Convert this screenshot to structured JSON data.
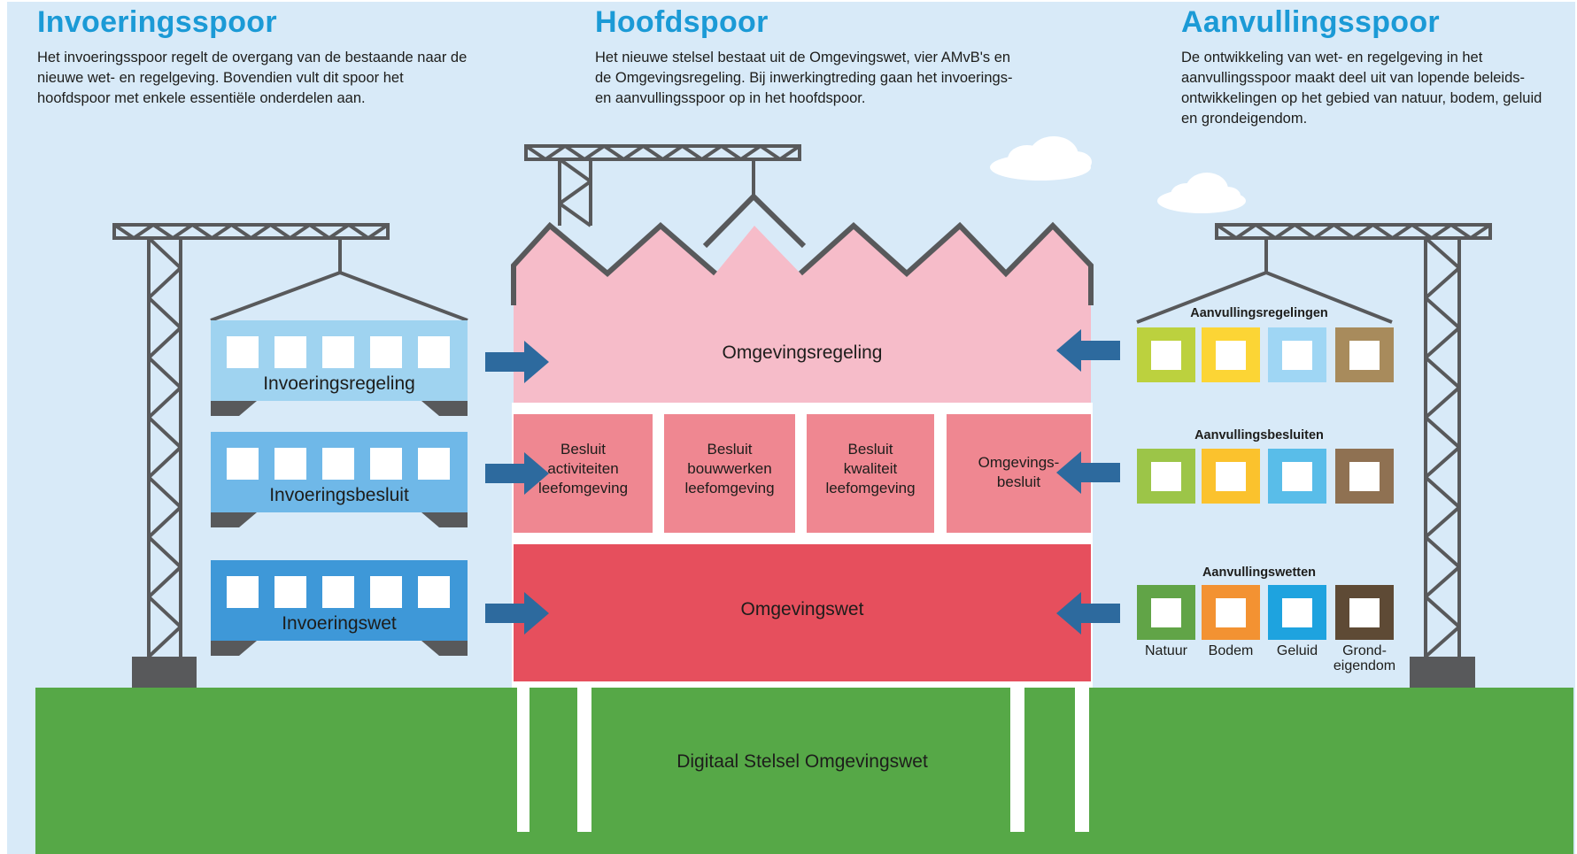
{
  "columns": {
    "left": {
      "title": "Invoeringsspoor",
      "text": "Het invoeringsspoor regelt de overgang van de bestaande naar de nieuwe wet- en regelgeving. Bovendien vult dit spoor het hoofdspoor met enkele essentiële onderdelen aan."
    },
    "center": {
      "title": "Hoofdspoor",
      "text": "Het nieuwe stelsel bestaat uit de Omgevingswet, vier AMvB's en de Omgevingsregeling. Bij inwerkingtreding gaan het invoerings- en aanvullingsspoor op in het hoofdspoor."
    },
    "right": {
      "title": "Aanvullingsspoor",
      "text": "De ontwikkeling van wet- en regelgeving in het aanvullingsspoor maakt deel uit van lopende beleids-ontwikkelingen op het gebied van natuur, bodem, geluid en grondeigendom."
    }
  },
  "left_modules": [
    {
      "label": "Invoeringsregeling",
      "color": "#9fd3f0",
      "window_color": "#ffffff"
    },
    {
      "label": "Invoeringsbesluit",
      "color": "#6fb8e8",
      "window_color": "#ffffff"
    },
    {
      "label": "Invoeringswet",
      "color": "#3e98d8",
      "window_color": "#ffffff"
    }
  ],
  "building": {
    "top": {
      "label": "Omgevingsregeling",
      "color": "#f6bcc9"
    },
    "middle": [
      {
        "lines": [
          "Besluit",
          "activiteiten",
          "leefomgeving"
        ],
        "color": "#ef8791"
      },
      {
        "lines": [
          "Besluit",
          "bouwwerken",
          "leefomgeving"
        ],
        "color": "#ef8791"
      },
      {
        "lines": [
          "Besluit",
          "kwaliteit",
          "leefomgeving"
        ],
        "color": "#ef8791"
      },
      {
        "lines": [
          "Omgevings-",
          "besluit"
        ],
        "color": "#ef8791"
      }
    ],
    "bottom": {
      "label": "Omgevingswet",
      "color": "#e64f5d"
    }
  },
  "right_groups": [
    {
      "title": "Aanvullingsregelingen",
      "colors": [
        "#bcd13e",
        "#fcd535",
        "#9fd6f4",
        "#a88b5c"
      ]
    },
    {
      "title": "Aanvullingsbesluiten",
      "colors": [
        "#9cc548",
        "#fbc22d",
        "#59bde9",
        "#8f7152"
      ]
    },
    {
      "title": "Aanvullingswetten",
      "colors": [
        "#61a447",
        "#f39232",
        "#1ea3df",
        "#5e4a35"
      ]
    }
  ],
  "right_captions": [
    [
      "Natuur"
    ],
    [
      "Bodem"
    ],
    [
      "Geluid"
    ],
    [
      "Grond-",
      "eigendom"
    ]
  ],
  "ground": {
    "label": "Digitaal Stelsel Omgevingswet",
    "color": "#56a847"
  },
  "colors": {
    "sky": "#d8eaf8",
    "crane": "#58595b",
    "arrow": "#2d6a9e",
    "title_blue": "#1b9ad6",
    "text_dark": "#1d1d1b",
    "cloud": "#ffffff"
  }
}
